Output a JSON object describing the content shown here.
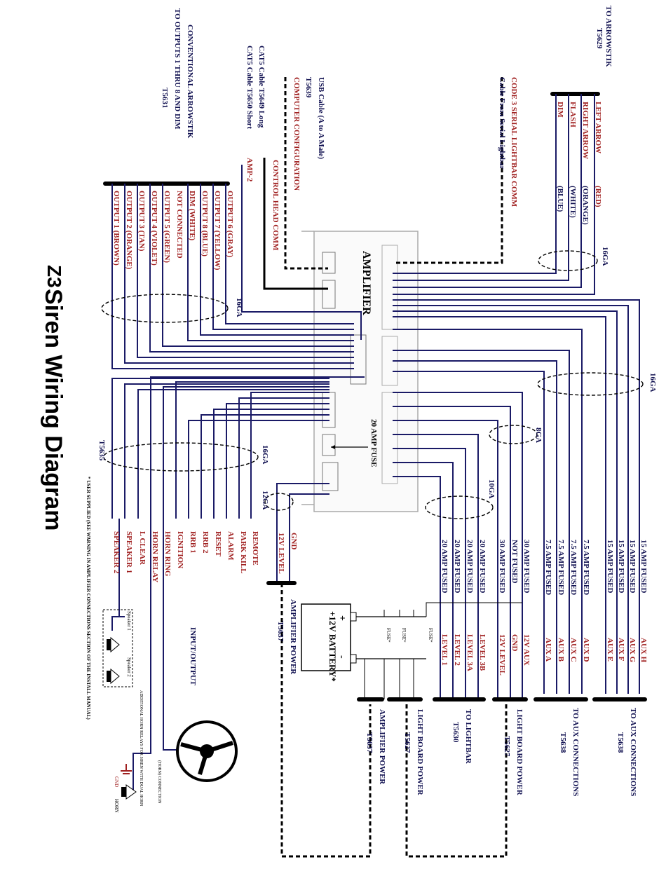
{
  "title": "Siren Wiring Diagram",
  "logo_text": "Z3",
  "amplifier_label": "AMPLIFIER",
  "fuse_20": "20 AMP FUSE",
  "colors": {
    "red_label": "#a02020",
    "navy_label": "#101050",
    "wire": "#1a1a66"
  },
  "top_right": {
    "title": [
      "TO ARROWSTIK",
      "T5629"
    ],
    "wires": [
      {
        "name": "LEFT ARROW",
        "color": "(RED)"
      },
      {
        "name": "RIGHT ARROW",
        "color": "(ORANGE)"
      },
      {
        "name": "FLASH",
        "color": "(WHITE)"
      },
      {
        "name": "DIM",
        "color": "(BLUE)"
      }
    ],
    "gauge": "16GA"
  },
  "serial": {
    "lines": [
      "CODE 3 SERIAL LIGHTBAR COMM",
      "Cable From Serial Lightbar"
    ]
  },
  "usb": {
    "lines": [
      "USB Cable (A to A Male)",
      "T5639",
      "COMPUTER CONFIGURATION"
    ]
  },
  "cat5": {
    "lines": [
      "CONTROL HEAD COMM",
      "CAT5 Cable T5649 Long",
      "CAT5 Cable T5650 Short"
    ],
    "amp": "AMP-2"
  },
  "conventional": {
    "title": [
      "CONVENTIONAL ARROWSTIK",
      "TO OUTPUTS 1 THRU 8 AND DIM",
      "T5631"
    ],
    "outputs": [
      "OUTPUT 6  (GRAY)",
      "OUTPUT 7  (YELLOW)",
      "OUTPUT 8  (BLUE)",
      "DIM        (WHITE)",
      "NOT CONNECTED",
      "OUTPUT 5  (GREEN)",
      "OUTPUT 4  (VIOLET)",
      "OUTPUT 3  (TAN)",
      "OUTPUT 2  (ORANGE)",
      "OUTPUT 1  (BROWN)"
    ],
    "gauge": "16GA"
  },
  "aux": {
    "gauge": "16GA",
    "wires": [
      {
        "fuse": "15 AMP FUSED",
        "name": "AUX H"
      },
      {
        "fuse": "15 AMP FUSED",
        "name": "AUX G"
      },
      {
        "fuse": "15 AMP FUSED",
        "name": "AUX F"
      },
      {
        "fuse": "15 AMP FUSED",
        "name": "AUX E"
      },
      {
        "fuse": "7.5 AMP FUSED",
        "name": "AUX D"
      },
      {
        "fuse": "7.5 AMP FUSED",
        "name": "AUX C"
      },
      {
        "fuse": "7.5 AMP FUSED",
        "name": "AUX B"
      },
      {
        "fuse": "7.5 AMP FUSED",
        "name": "AUX A"
      }
    ],
    "dest1": [
      "TO AUX CONNECTIONS",
      "T5638"
    ],
    "dest2": [
      "TO AUX CONNECTIONS",
      "T5638"
    ]
  },
  "power": {
    "gauge8": "8GA",
    "gauge10": "10GA",
    "wires": [
      {
        "fuse": "30 AMP FUSED",
        "name": "12V AUX"
      },
      {
        "fuse": "NOT FUSED",
        "name": "GND"
      },
      {
        "fuse": "30 AMP FUSED",
        "name": "12V LEVEL"
      },
      {
        "fuse": "20 AMP FUSED",
        "name": "LEVEL 3B"
      },
      {
        "fuse": "20 AMP FUSED",
        "name": "LEVEL 3A"
      },
      {
        "fuse": "20 AMP FUSED",
        "name": "LEVEL 2"
      },
      {
        "fuse": "20 AMP FUSED",
        "name": "LEVEL 1"
      }
    ],
    "lightbar": [
      "TO LIGHTBAR",
      "T5630"
    ],
    "lightboard1": [
      "LIGHT BOARD POWER",
      "T5627"
    ],
    "lightboard2": [
      "LIGHT BOARD POWER",
      "T5627"
    ],
    "amp_power": [
      "AMPLIFIER POWER",
      "T5637"
    ],
    "amp_power2": [
      "AMPLIFIER POWER",
      "T5637"
    ]
  },
  "battery": {
    "label": "+12V BATTERY*",
    "plus": "+",
    "minus": "-",
    "fuses": [
      "FUSE*",
      "FUSE*",
      "FUSE*"
    ]
  },
  "gnd_12v": {
    "gauge": "12GA",
    "wires": [
      "GND",
      "12V LEVEL"
    ]
  },
  "inputs": {
    "gauge": "16GA",
    "labels": [
      "REMOTE",
      "PARK KILL",
      "ALARM",
      "RESET",
      "RRB 2",
      "RRB 1",
      "IGNITION",
      "HORN RING",
      "HORN RELAY",
      "L CLEAR",
      "SPEAKER 1",
      "SPEAKER 2"
    ],
    "part": "T5635",
    "heading": "INPUT/OUTPUT",
    "speaker_labels": [
      "Speaker 1",
      "Speaker 2"
    ],
    "note_small": "ADDITIONAL HORN RELAYS FOR SIREN WITH DUAL HORN",
    "steering_note": "(HORN) CONNECTION",
    "gnd": "GND",
    "horn": "HORN"
  },
  "footnote": "* USER SUPPLIED (SEE WARNING IN AMPLIFIER CONNECTIONS SECTION OF THE INSTALL MANUAL)"
}
